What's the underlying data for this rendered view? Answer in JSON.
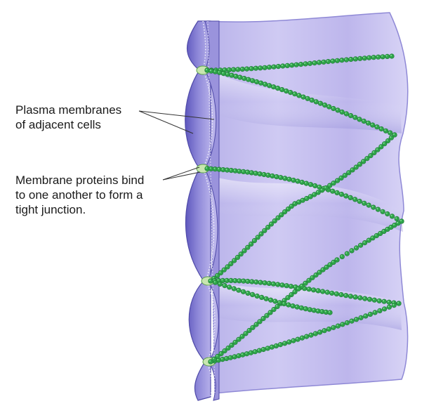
{
  "labels": {
    "plasma_membranes": {
      "line1": "Plasma membranes",
      "line2": "of adjacent cells"
    },
    "membrane_proteins": {
      "line1": "Membrane proteins bind",
      "line2": "to one another to form a",
      "line3": "tight junction."
    }
  },
  "colors": {
    "membrane_light": "#d4d0f0",
    "membrane_mid": "#a9a3e0",
    "membrane_dark": "#6e66c4",
    "edge_blue": "#5a58b8",
    "protein_green": "#2fa44a",
    "protein_light": "#7ad88e",
    "junction_pale": "#c8e6b0",
    "leader_line": "#333333"
  }
}
